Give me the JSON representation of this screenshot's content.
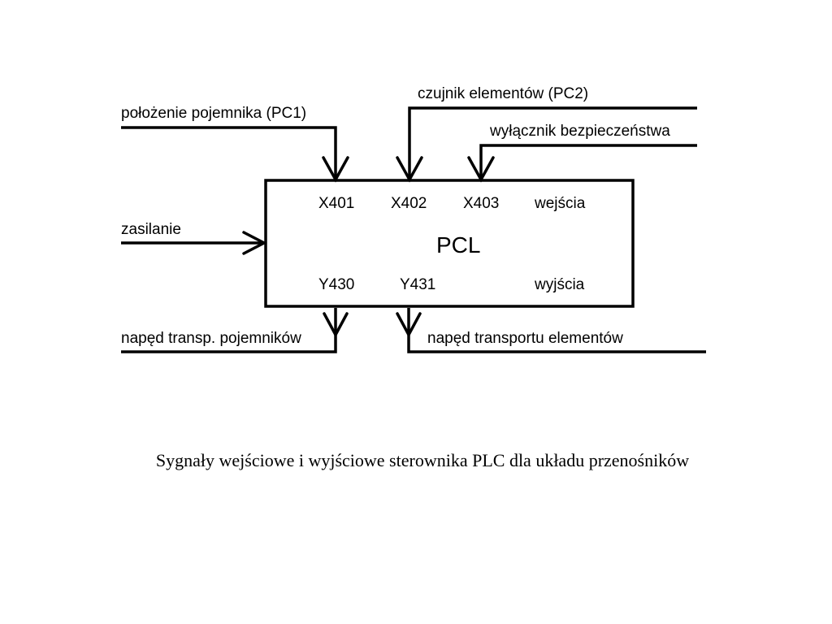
{
  "diagram": {
    "box_label": "PCL",
    "inputs_label": "wejścia",
    "outputs_label": "wyjścia",
    "input_addresses": [
      "X401",
      "X402",
      "X403"
    ],
    "output_addresses": [
      "Y430",
      "Y431"
    ],
    "signals": {
      "pc1": "położenie pojemnika (PC1)",
      "pc2": "czujnik elementów (PC2)",
      "safety_switch": "wyłącznik bezpieczeństwa",
      "power": "zasilanie",
      "container_drive": "napęd transp. pojemników",
      "element_drive": "napęd transportu elementów"
    }
  },
  "caption": "Sygnały wejściowe i wyjściowe sterownika PLC dla układu przenośników",
  "colors": {
    "line": "#000000",
    "background": "#ffffff"
  }
}
